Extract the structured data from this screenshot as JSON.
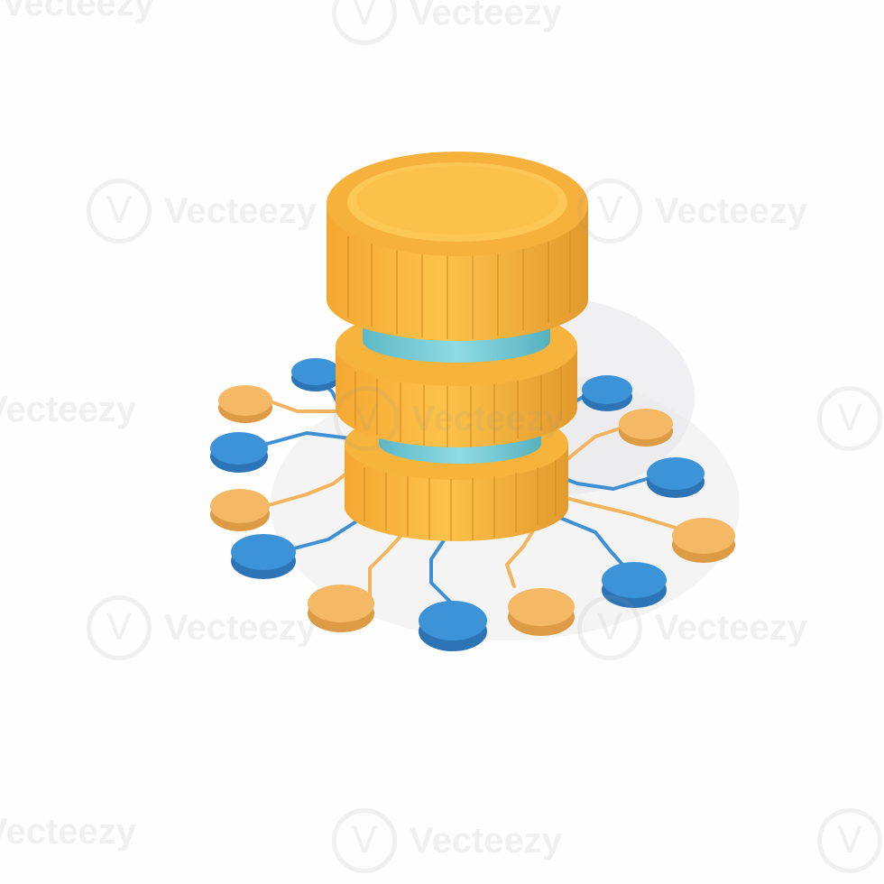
{
  "watermark": {
    "text": "Vecteezy",
    "badge_glyph": "V"
  },
  "colors": {
    "gold": "#f6b13d",
    "gold_dark": "#dd9126",
    "gold_light": "#fcc853",
    "teal": "#7ccfd8",
    "blue": "#3c93d8",
    "blue_dark": "#2c74b6",
    "orange": "#f5b865",
    "orange_dark": "#dd9b45",
    "line_orange": "#f3b45e",
    "line_blue": "#3f8fd3",
    "shadow": "#e9e9ec",
    "background": "#fefefe"
  },
  "icons": {
    "main": "database-server-icon",
    "nodes": "network-node-icon"
  },
  "nodes": [
    {
      "name": "node-left-1",
      "color": "orange"
    },
    {
      "name": "node-left-2",
      "color": "blue"
    },
    {
      "name": "node-left-3",
      "color": "orange"
    },
    {
      "name": "node-left-4",
      "color": "blue"
    },
    {
      "name": "node-bottom-1",
      "color": "orange"
    },
    {
      "name": "node-bottom-2",
      "color": "blue"
    },
    {
      "name": "node-bottom-3",
      "color": "orange"
    },
    {
      "name": "node-right-1",
      "color": "blue"
    },
    {
      "name": "node-right-2",
      "color": "orange"
    },
    {
      "name": "node-right-3",
      "color": "blue"
    },
    {
      "name": "node-right-4",
      "color": "orange"
    },
    {
      "name": "node-top-1",
      "color": "blue"
    },
    {
      "name": "node-top-2",
      "color": "blue"
    }
  ]
}
